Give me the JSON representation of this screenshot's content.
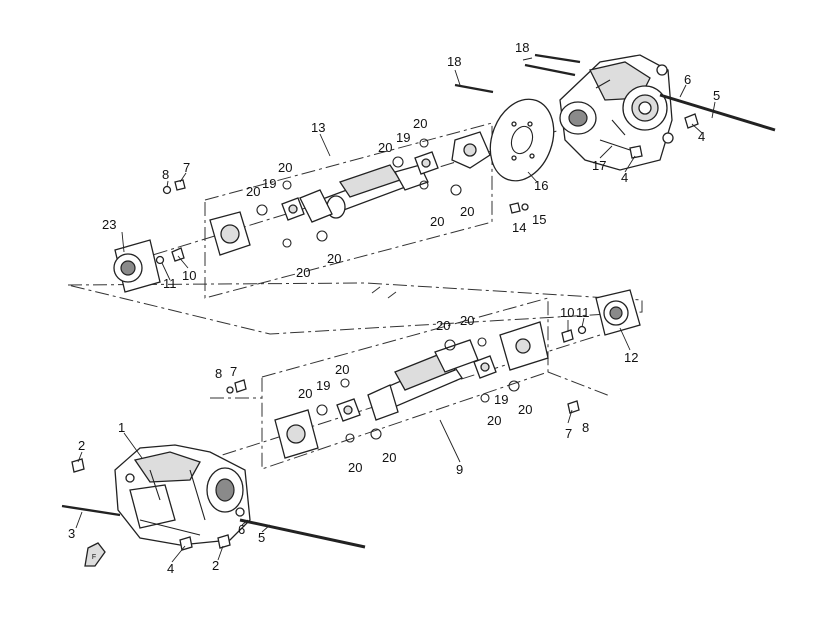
{
  "diagram": {
    "type": "exploded-parts-diagram",
    "callouts": {
      "c1": "1",
      "c2a": "2",
      "c2b": "2",
      "c3": "3",
      "c4a": "4",
      "c4b": "4",
      "c4c": "4",
      "c5a": "5",
      "c5b": "5",
      "c6a": "6",
      "c6b": "6",
      "c7a": "7",
      "c7b": "7",
      "c7c": "7",
      "c8a": "8",
      "c8b": "8",
      "c8c": "8",
      "c9": "9",
      "c10a": "10",
      "c10b": "10",
      "c11a": "11",
      "c11b": "11",
      "c12": "12",
      "c13": "13",
      "c14": "14",
      "c15": "15",
      "c16": "16",
      "c17": "17",
      "c18a": "18",
      "c18b": "18",
      "c19a": "19",
      "c19b": "19",
      "c19c": "19",
      "c19d": "19",
      "c20_01": "20",
      "c20_02": "20",
      "c20_03": "20",
      "c20_04": "20",
      "c20_05": "20",
      "c20_06": "20",
      "c20_07": "20",
      "c20_08": "20",
      "c20_09": "20",
      "c20_10": "20",
      "c20_11": "20",
      "c20_12": "20",
      "c20_13": "20",
      "c20_14": "20",
      "c20_15": "20",
      "c20_16": "20",
      "c23": "23"
    },
    "icons": [
      "front-direction-arrow-icon"
    ]
  }
}
